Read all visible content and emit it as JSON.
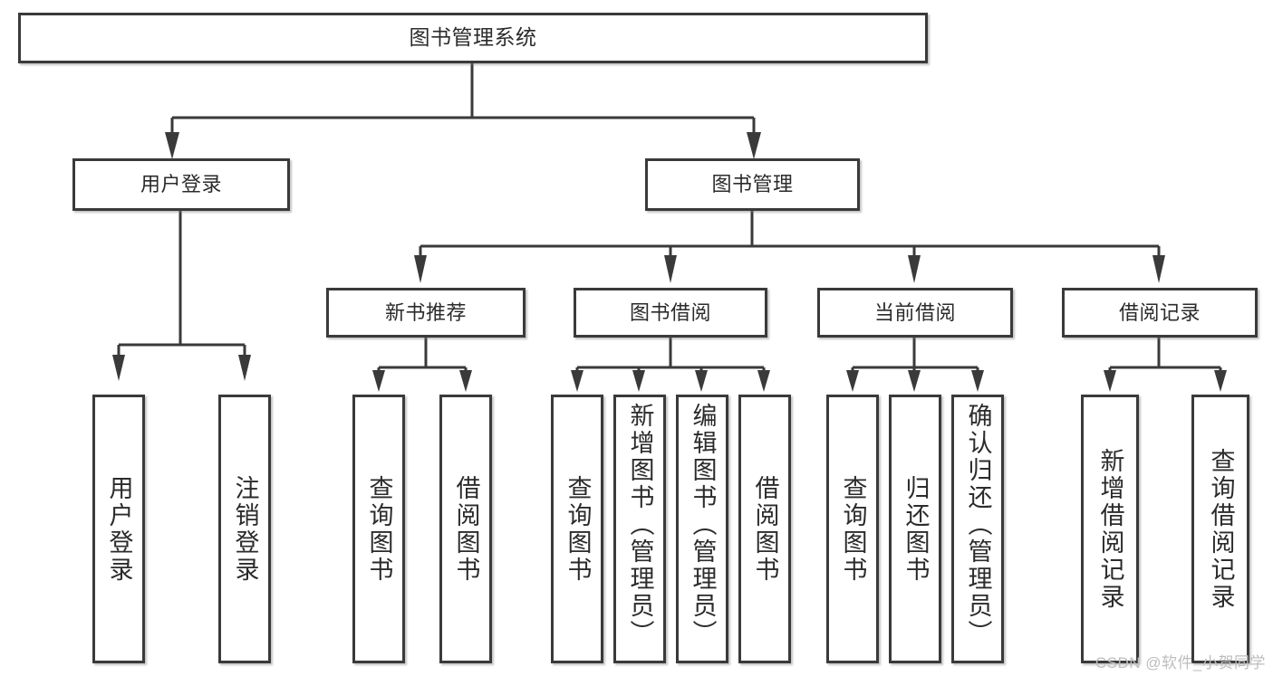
{
  "diagram": {
    "title": "图书管理系统",
    "watermark": "CSDN @软件_小贺同学",
    "accent_color": "#3a3a3a",
    "box_fill": "#ffffff",
    "text_color": "#2b2b2b",
    "watermark_color": "#bdbdbd"
  },
  "chart_data": {
    "type": "diagram",
    "title": "图书管理系统",
    "root": "图书管理系统",
    "nodes": [
      {
        "id": "root",
        "label": "图书管理系统",
        "level": 0,
        "parent": null
      },
      {
        "id": "user_login",
        "label": "用户登录",
        "level": 1,
        "parent": "root"
      },
      {
        "id": "book_mgmt",
        "label": "图书管理",
        "level": 1,
        "parent": "root"
      },
      {
        "id": "login_do",
        "label": "用户登录",
        "level": 2,
        "parent": "user_login"
      },
      {
        "id": "logout_do",
        "label": "注销登录",
        "level": 2,
        "parent": "user_login"
      },
      {
        "id": "new_book_rec",
        "label": "新书推荐",
        "level": 2,
        "parent": "book_mgmt"
      },
      {
        "id": "book_borrow",
        "label": "图书借阅",
        "level": 2,
        "parent": "book_mgmt"
      },
      {
        "id": "current_borrow",
        "label": "当前借阅",
        "level": 2,
        "parent": "book_mgmt"
      },
      {
        "id": "borrow_record",
        "label": "借阅记录",
        "level": 2,
        "parent": "book_mgmt"
      },
      {
        "id": "rec_query_book",
        "label": "查询图书",
        "level": 3,
        "parent": "new_book_rec"
      },
      {
        "id": "rec_borrow_book",
        "label": "借阅图书",
        "level": 3,
        "parent": "new_book_rec"
      },
      {
        "id": "br_query_book",
        "label": "查询图书",
        "level": 3,
        "parent": "book_borrow"
      },
      {
        "id": "br_add_book",
        "label": "新增图书（管理员）",
        "level": 3,
        "parent": "book_borrow"
      },
      {
        "id": "br_edit_book",
        "label": "编辑图书（管理员）",
        "level": 3,
        "parent": "book_borrow"
      },
      {
        "id": "br_borrow_book",
        "label": "借阅图书",
        "level": 3,
        "parent": "book_borrow"
      },
      {
        "id": "cb_query_book",
        "label": "查询图书",
        "level": 3,
        "parent": "current_borrow"
      },
      {
        "id": "cb_return_book",
        "label": "归还图书",
        "level": 3,
        "parent": "current_borrow"
      },
      {
        "id": "cb_confirm_return",
        "label": "确认归还（管理员）",
        "level": 3,
        "parent": "current_borrow"
      },
      {
        "id": "rec_add_record",
        "label": "新增借阅记录",
        "level": 3,
        "parent": "borrow_record"
      },
      {
        "id": "rec_query_record",
        "label": "查询借阅记录",
        "level": 3,
        "parent": "borrow_record"
      }
    ],
    "edges": [
      {
        "from": "root",
        "to": "user_login"
      },
      {
        "from": "root",
        "to": "book_mgmt"
      },
      {
        "from": "user_login",
        "to": "login_do"
      },
      {
        "from": "user_login",
        "to": "logout_do"
      },
      {
        "from": "book_mgmt",
        "to": "new_book_rec"
      },
      {
        "from": "book_mgmt",
        "to": "book_borrow"
      },
      {
        "from": "book_mgmt",
        "to": "current_borrow"
      },
      {
        "from": "book_mgmt",
        "to": "borrow_record"
      },
      {
        "from": "new_book_rec",
        "to": "rec_query_book"
      },
      {
        "from": "new_book_rec",
        "to": "rec_borrow_book"
      },
      {
        "from": "book_borrow",
        "to": "br_query_book"
      },
      {
        "from": "book_borrow",
        "to": "br_add_book"
      },
      {
        "from": "book_borrow",
        "to": "br_edit_book"
      },
      {
        "from": "book_borrow",
        "to": "br_borrow_book"
      },
      {
        "from": "current_borrow",
        "to": "cb_query_book"
      },
      {
        "from": "current_borrow",
        "to": "cb_return_book"
      },
      {
        "from": "current_borrow",
        "to": "cb_confirm_return"
      },
      {
        "from": "borrow_record",
        "to": "rec_add_record"
      },
      {
        "from": "borrow_record",
        "to": "rec_query_record"
      }
    ],
    "orientation": "top-down",
    "arrow_style": "filled-triangle",
    "legend": []
  },
  "labels": {
    "root": "图书管理系统",
    "user_login": "用户登录",
    "book_mgmt": "图书管理",
    "login_do": "用户登录",
    "logout_do": "注销登录",
    "new_book_rec": "新书推荐",
    "book_borrow": "图书借阅",
    "current_borrow": "当前借阅",
    "borrow_record": "借阅记录",
    "rec_query_book": "查询图书",
    "rec_borrow_book": "借阅图书",
    "br_query_book": "查询图书",
    "br_add_book": "新增图书（管理员）",
    "br_edit_book": "编辑图书（管理员）",
    "br_borrow_book": "借阅图书",
    "cb_query_book": "查询图书",
    "cb_return_book": "归还图书",
    "cb_confirm_return": "确认归还（管理员）",
    "rec_add_record": "新增借阅记录",
    "rec_query_record": "查询借阅记录"
  }
}
